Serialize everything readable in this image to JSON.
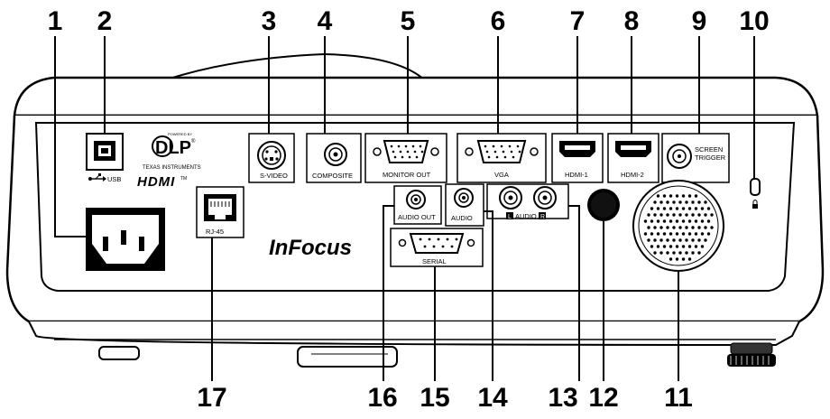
{
  "callouts": [
    "1",
    "2",
    "3",
    "4",
    "5",
    "6",
    "7",
    "8",
    "9",
    "10",
    "11",
    "12",
    "13",
    "14",
    "15",
    "16",
    "17"
  ],
  "port_labels": {
    "usb": "USB",
    "svideo": "S-VIDEO",
    "composite": "COMPOSITE",
    "monitor_out": "MONITOR OUT",
    "vga": "VGA",
    "hdmi1": "HDMI-1",
    "hdmi2": "HDMI-2",
    "screen_trigger_1": "SCREEN",
    "screen_trigger_2": "TRIGGER",
    "rj45": "RJ-45",
    "audio_out": "AUDIO OUT",
    "audio": "AUDIO",
    "audio_lr_l": "L",
    "audio_lr_mid": "AUDIO",
    "audio_lr_r": "R",
    "serial": "SERIAL"
  },
  "logos": {
    "brand": "InFocus",
    "dlp": "DLP",
    "dlp_small": "POWERED BY",
    "ti": "TEXAS INSTRUMENTS",
    "hdmi": "HDMI",
    "tm": "TM"
  }
}
